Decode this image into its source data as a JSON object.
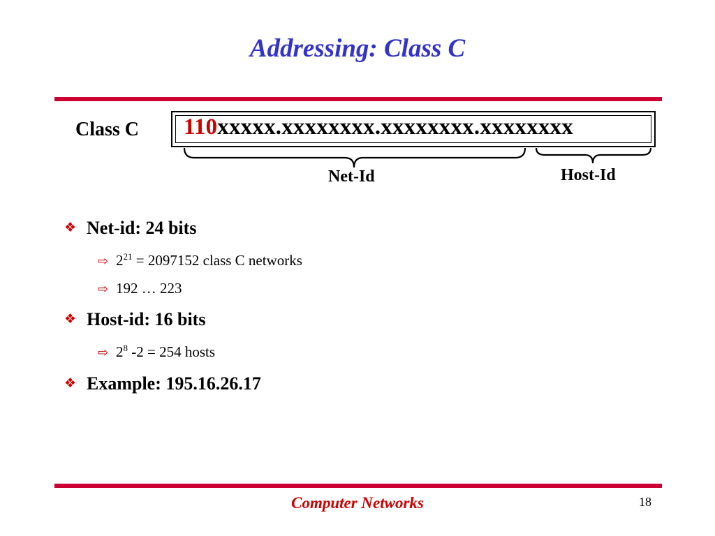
{
  "slide": {
    "title": "Addressing: Class C",
    "class_label": "Class C",
    "address": {
      "prefix": "110",
      "rest": "xxxxx.xxxxxxxx.xxxxxxxx.xxxxxxxx"
    },
    "net_id_label": "Net-Id",
    "host_id_label": "Host-Id",
    "bullets": [
      {
        "text": "Net-id: 24 bits",
        "subs": [
          {
            "base": "2",
            "sup": "21",
            "rest": " = 2097152 class C networks"
          },
          {
            "text": "192 … 223"
          }
        ]
      },
      {
        "text": "Host-id: 16 bits",
        "subs": [
          {
            "base": "2",
            "sup": "8",
            "rest": " -2 = 254 hosts"
          }
        ]
      },
      {
        "text": "Example: 195.16.26.17"
      }
    ],
    "footer": "Computer Networks",
    "page_number": "18"
  },
  "colors": {
    "title": "#3333cc",
    "accent_red": "#cc0033",
    "prefix_red": "#cc0000"
  },
  "icons": {
    "bullet": "diamond-bullet-icon",
    "sub_bullet": "arrow-right-icon"
  }
}
